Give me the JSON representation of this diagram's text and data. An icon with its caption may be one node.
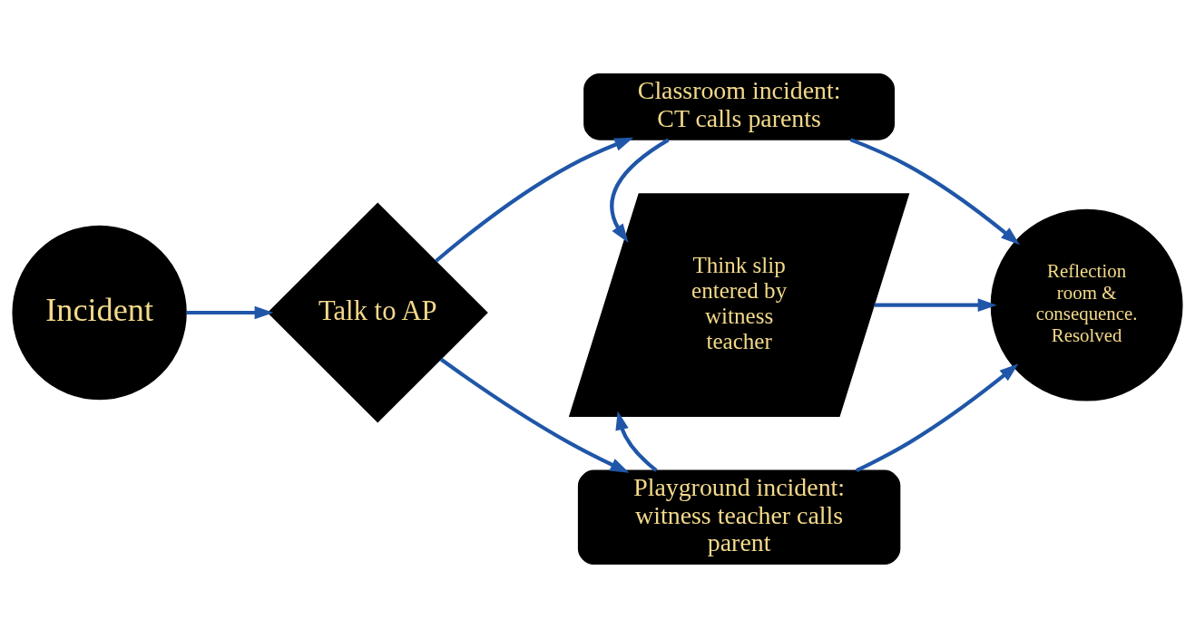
{
  "diagram": {
    "nodes": [
      {
        "text": [
          "Incident"
        ]
      },
      {
        "text": [
          "Talk to AP"
        ]
      },
      {
        "text": [
          "Classroom incident: CT calls parents"
        ]
      },
      {
        "text": [
          "Think slip entered by witness teacher"
        ]
      },
      {
        "text": [
          "Reflection room & consequence. Resolved"
        ]
      },
      {
        "text": [
          "Playground incident: witness teacher calls parent"
        ]
      }
    ],
    "edges": [
      {
        "from": 0,
        "to": 1,
        "arrow": "to"
      },
      {
        "from": 1,
        "to": 2,
        "arrow": "to"
      },
      {
        "from": 1,
        "to": 5,
        "arrow": "to"
      },
      {
        "from": 2,
        "to": 3,
        "arrow": "to"
      },
      {
        "from": 2,
        "to": 4,
        "arrow": "to"
      },
      {
        "from": 3,
        "to": 4,
        "arrow": "to"
      },
      {
        "from": 5,
        "to": 3,
        "arrow": "to"
      },
      {
        "from": 5,
        "to": 4,
        "arrow": "to"
      }
    ]
  }
}
